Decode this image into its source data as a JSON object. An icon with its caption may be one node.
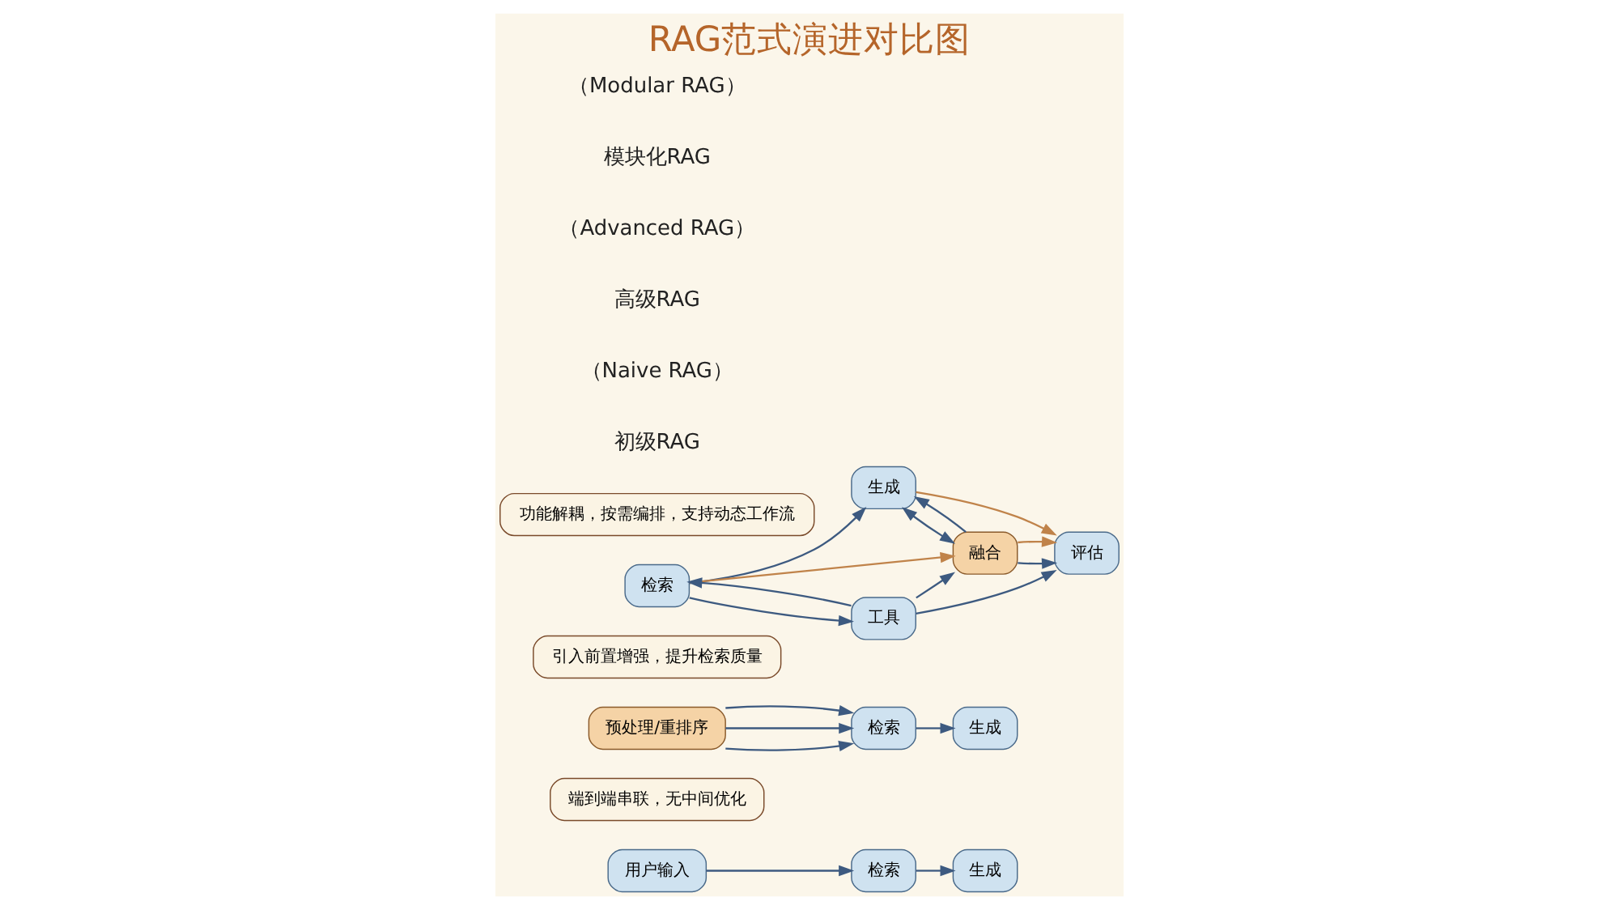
{
  "diagram": {
    "title": "RAG范式演进对比图",
    "nodes": [
      {
        "text": [
          "用户输入"
        ]
      },
      {
        "text": [
          "检索"
        ]
      },
      {
        "text": [
          "生成"
        ]
      },
      {
        "text": [
          "端到端串联，无中间优化"
        ]
      },
      {
        "text": [
          "预处理/重排序"
        ]
      },
      {
        "text": [
          "检索"
        ]
      },
      {
        "text": [
          "生成"
        ]
      },
      {
        "text": [
          "引入前置增强，提升检索质量"
        ]
      },
      {
        "text": [
          "检索"
        ]
      },
      {
        "text": [
          "生成"
        ]
      },
      {
        "text": [
          "融合"
        ]
      },
      {
        "text": [
          "工具"
        ]
      },
      {
        "text": [
          "评估"
        ]
      },
      {
        "text": [
          "功能解耦，按需编排，支持动态工作流"
        ]
      }
    ],
    "edges": [
      {
        "from": 0,
        "to": 1,
        "arrow": "to"
      },
      {
        "from": 1,
        "to": 2,
        "arrow": "to"
      },
      {
        "from": 4,
        "to": 5,
        "arrow": "to"
      },
      {
        "from": 4,
        "to": 5,
        "arrow": "to"
      },
      {
        "from": 4,
        "to": 5,
        "arrow": "to"
      },
      {
        "from": 5,
        "to": 6,
        "arrow": "to"
      },
      {
        "from": 8,
        "to": 9,
        "arrow": "to"
      },
      {
        "from": 11,
        "to": 8,
        "arrow": "to"
      },
      {
        "from": 8,
        "to": 11,
        "arrow": "to"
      },
      {
        "from": 8,
        "to": 10,
        "arrow": "to",
        "color": "#c0834a"
      },
      {
        "from": 11,
        "to": 10,
        "arrow": "to"
      },
      {
        "from": 10,
        "to": 9,
        "arrow": "to"
      },
      {
        "from": 9,
        "to": 10,
        "arrow": "both"
      },
      {
        "from": 9,
        "to": 12,
        "arrow": "to",
        "color": "#c0834a"
      },
      {
        "from": 10,
        "to": 12,
        "arrow": "to"
      },
      {
        "from": 10,
        "to": 12,
        "arrow": "to",
        "color": "#c0834a"
      },
      {
        "from": 11,
        "to": 12,
        "arrow": "to"
      }
    ],
    "labels": [
      "初级RAG",
      "（Naive RAG）",
      "高级RAG",
      "（Advanced RAG）",
      "模块化RAG",
      "（Modular RAG）"
    ]
  }
}
